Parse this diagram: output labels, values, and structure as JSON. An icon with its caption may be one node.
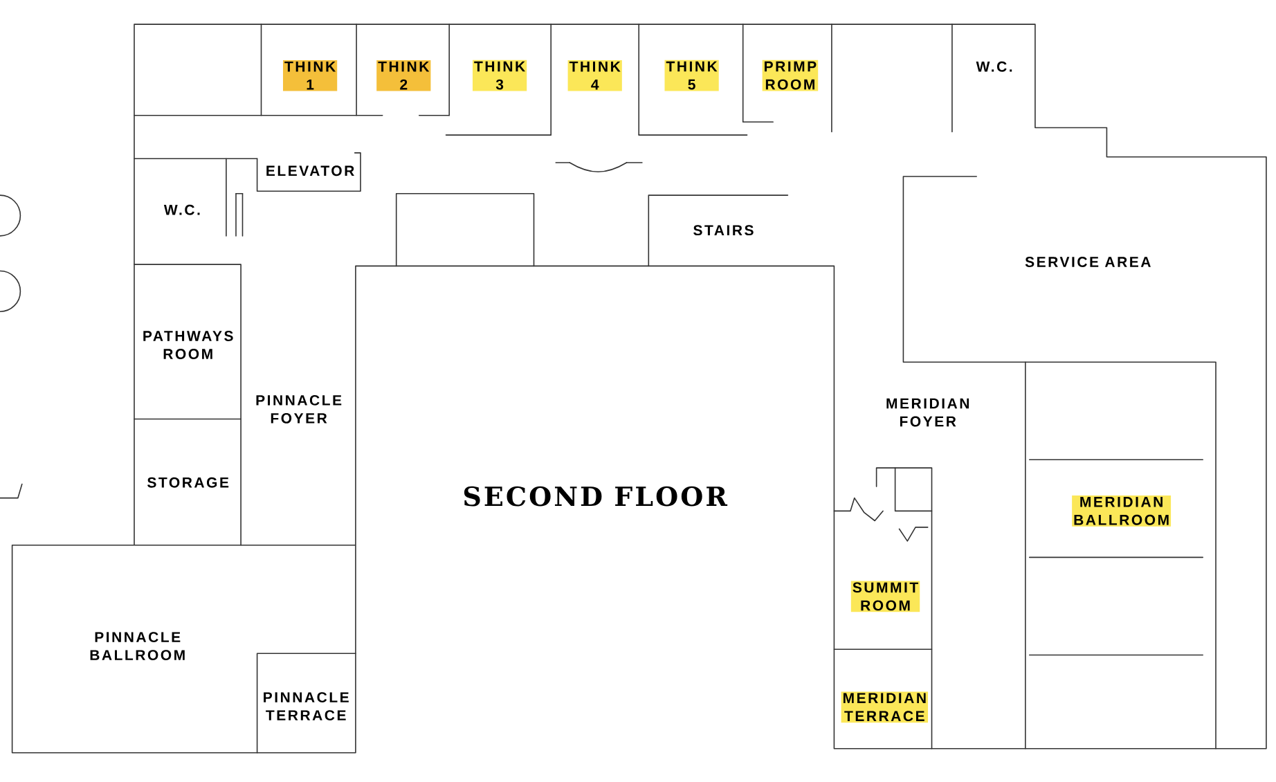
{
  "diagram": {
    "title": "SECOND FLOOR",
    "labels": [
      "THINK 1",
      "THINK 2",
      "THINK 3",
      "THINK 4",
      "THINK 5",
      "PRIMP ROOM",
      "W.C.",
      "ELEVATOR",
      "W.C.",
      "STAIRS",
      "SERVICE AREA",
      "PATHWAYS ROOM",
      "PINNACLE FOYER",
      "MERIDIAN FOYER",
      "STORAGE",
      "MERIDIAN BALLROOM",
      "SUMMIT ROOM",
      "PINNACLE BALLROOM",
      "PINNACLE TERRACE",
      "MERIDIAN TERRACE"
    ]
  }
}
